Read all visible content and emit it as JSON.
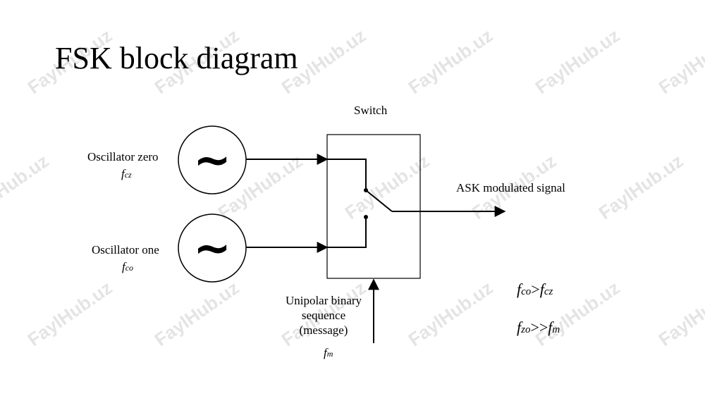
{
  "title": "FSK block diagram",
  "watermark": "FaylHub.uz",
  "switch_label": "Switch",
  "oscillator_zero": {
    "label": "Oscillator zero",
    "freq_symbol": "f",
    "freq_sub": "cz"
  },
  "oscillator_one": {
    "label": "Oscillator one",
    "freq_symbol": "f",
    "freq_sub": "co"
  },
  "output_label": "ASK modulated signal",
  "input": {
    "line1": "Unipolar binary",
    "line2": "sequence",
    "line3": "(message)",
    "freq_symbol": "f",
    "freq_sub": "m"
  },
  "relation1": {
    "a_sym": "f",
    "a_sub": "co",
    "op": ">",
    "b_sym": "f",
    "b_sub": "cz"
  },
  "relation2": {
    "a_sym": "f",
    "a_sub": "zo",
    "op": ">>",
    "b_sym": "f",
    "b_sub": "m"
  },
  "oscillator_glyph": "~",
  "line_color": "#000000",
  "watermark_color": "#aaaaaa"
}
